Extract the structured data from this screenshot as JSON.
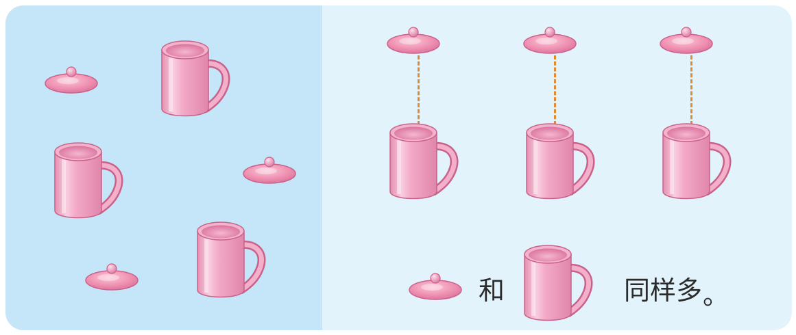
{
  "scene": {
    "objects": {
      "mug_icon": "pink-mug-icon",
      "lid_icon": "pink-lid-icon"
    },
    "left_panel": {
      "mug_count": 3,
      "lid_count": 3
    },
    "right_panel": {
      "matched_pairs": 3
    },
    "sentence": {
      "word_and": "和",
      "word_same": "同样多",
      "period": "。"
    }
  },
  "colors": {
    "left_panel_bg": "#c5e6f8",
    "right_panel_bg": "#e3f3fc",
    "dash_line": "#e48a2e",
    "mug_pink": "#f2a3c3",
    "lid_pink": "#ec8aa8"
  }
}
